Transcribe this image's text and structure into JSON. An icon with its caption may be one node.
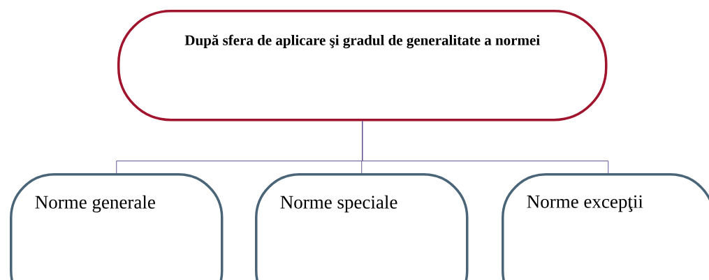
{
  "diagram": {
    "nodes": [
      {
        "text": [
          "După sfera de aplicare şi gradul de generalitate a normei"
        ]
      },
      {
        "text": [
          "Norme generale"
        ]
      },
      {
        "text": [
          "Norme speciale"
        ]
      },
      {
        "text": [
          "Norme excepţii"
        ]
      }
    ],
    "edges": [
      {
        "from": 0,
        "to": 1,
        "arrow": "none"
      },
      {
        "from": 0,
        "to": 2,
        "arrow": "none"
      },
      {
        "from": 0,
        "to": 3,
        "arrow": "none"
      }
    ]
  }
}
